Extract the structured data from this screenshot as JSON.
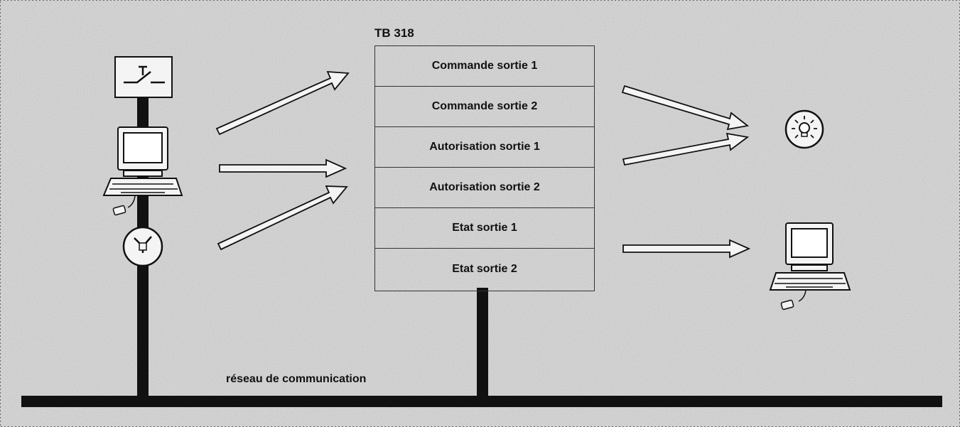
{
  "block": {
    "title": "TB 318",
    "rows": [
      "Commande sortie 1",
      "Commande sortie 2",
      "Autorisation sortie 1",
      "Autorisation sortie 2",
      "Etat sortie 1",
      "Etat sortie 2"
    ]
  },
  "network": {
    "label": "réseau de communication"
  },
  "icons": {
    "left": [
      "switch-icon",
      "computer-icon",
      "timer-clock-icon"
    ],
    "right": [
      "lamp-icon",
      "computer-icon"
    ]
  },
  "colors": {
    "background": "#dcdcdc",
    "line": "#111111"
  }
}
